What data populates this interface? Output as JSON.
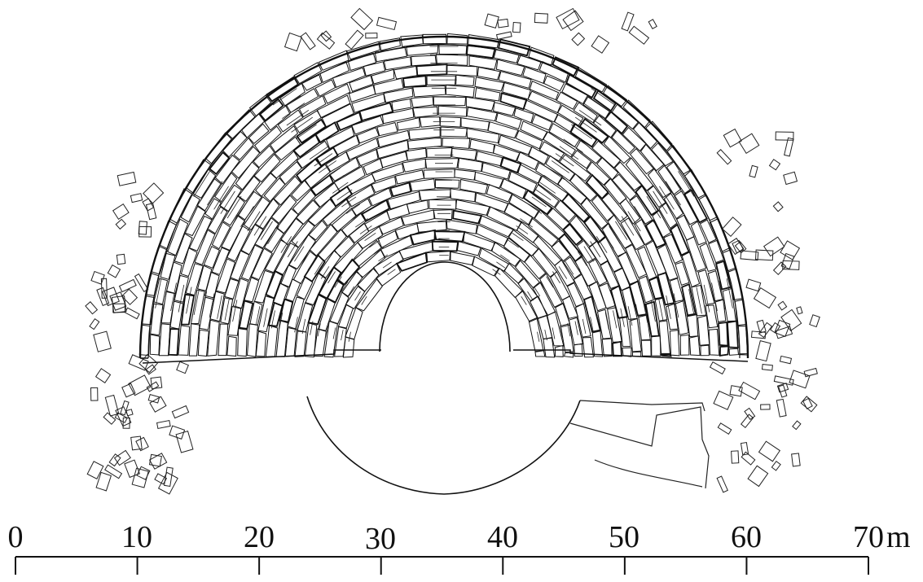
{
  "scale_bar": {
    "ticks": [
      "0",
      "10",
      "20",
      "30",
      "40",
      "50",
      "60",
      "70"
    ],
    "unit": "m"
  },
  "colors": {
    "ink": "#111111",
    "paper": "#ffffff"
  }
}
